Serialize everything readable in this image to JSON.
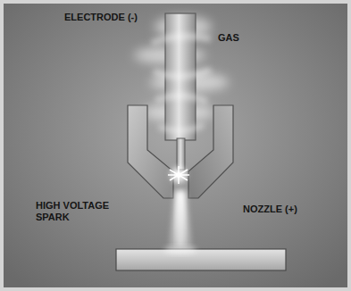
{
  "diagram": {
    "labels": [
      "ELECTRODE (-)",
      "GAS",
      "HIGH VOLTAGE SPARK",
      "NOZZLE (+)"
    ]
  }
}
